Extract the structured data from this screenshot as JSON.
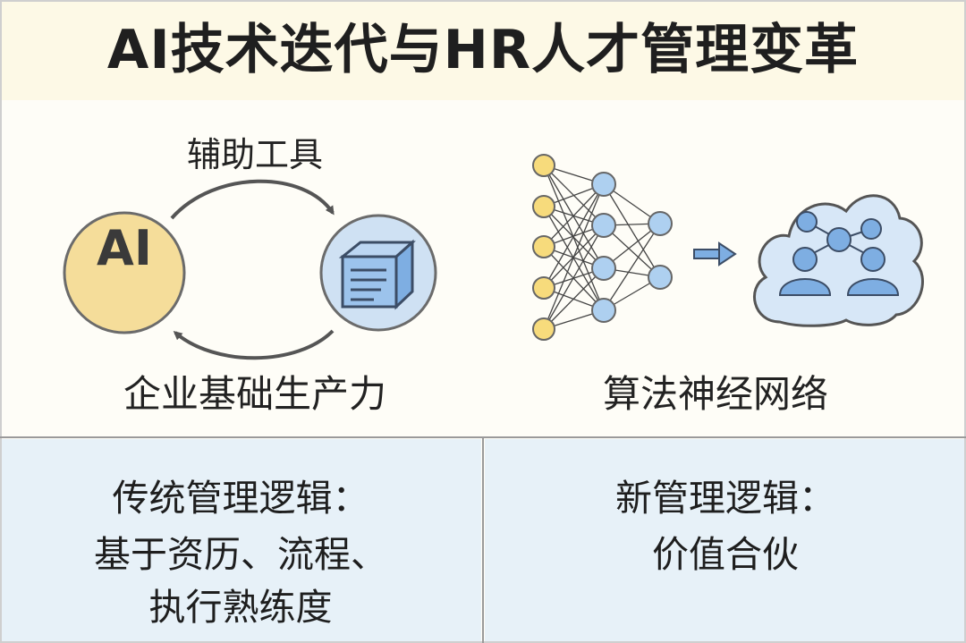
{
  "title": "AI技术迭代与HR人才管理变革",
  "cycle": {
    "ai_badge_text": "AI",
    "top_arrow_label": "辅助工具",
    "bottom_arrow_label": "企业基础生产力"
  },
  "network": {
    "label": "算法神经网络"
  },
  "traditional_logic": {
    "heading": "传统管理逻辑：",
    "line1": "基于资历、流程、",
    "line2": "执行熟练度"
  },
  "new_logic": {
    "heading": "新管理逻辑：",
    "line1": "价值合伙"
  },
  "colors": {
    "ai_circle": "#f5dd9a",
    "tool_circle": "#cfe1f3",
    "input_node": "#f7db7c",
    "hidden_node": "#aed0f0",
    "people_icon": "#7eaee2",
    "panel_bg": "#e7f1f8"
  },
  "icons": [
    "ai-badge",
    "server-box-icon",
    "neural-network-icon",
    "right-arrow-icon",
    "cloud-people-network-icon"
  ]
}
